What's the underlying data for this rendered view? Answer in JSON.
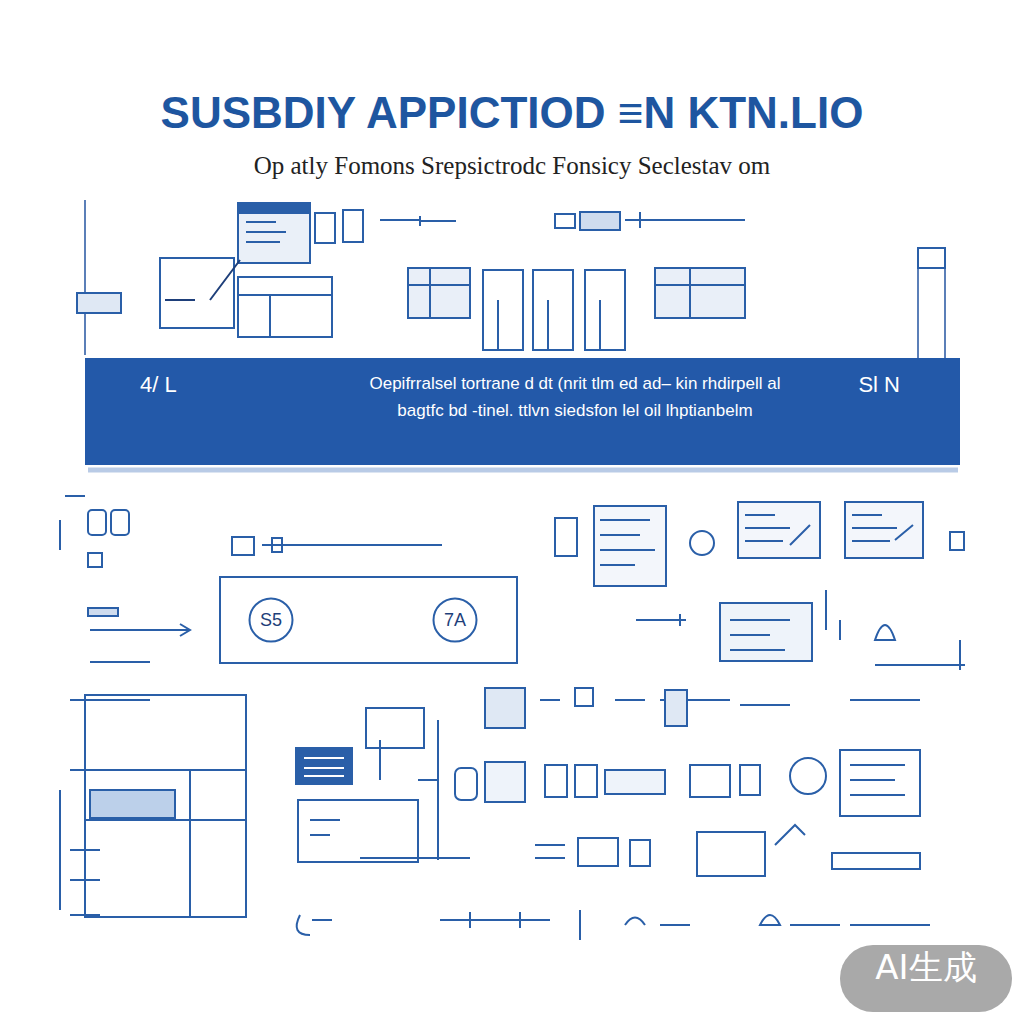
{
  "diagram": {
    "title": "SUSBDIY APPICTIOD ≡N KTN.LIO",
    "nodes": [
      {
        "text": [
          "4/ L",
          "Oepifrralsel tortrane d dt (nrit tlm ed ad– kin rhdirpell al bagtfc bd -tinel. ttlvn siedsfon lel oil lhptianbelm",
          "Sl N"
        ]
      },
      {
        "text": [
          "S5"
        ]
      },
      {
        "text": [
          "7A"
        ]
      }
    ],
    "labels": [
      "Op atly Fomons Srepsictrodc Fonsicy Seclestav om",
      "AI生成"
    ]
  }
}
